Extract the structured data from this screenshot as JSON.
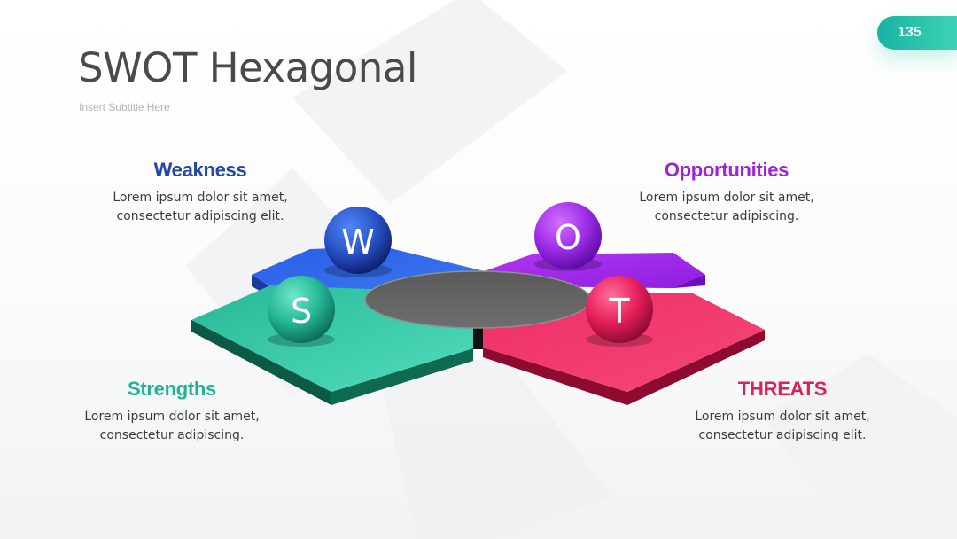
{
  "slide": {
    "page_number": "135",
    "title": "SWOT Hexagonal",
    "subtitle": "Insert Subtitle Here"
  },
  "quadrants": {
    "weakness": {
      "letter": "W",
      "heading": "Weakness",
      "body_line1": "Lorem ipsum dolor sit amet,",
      "body_line2": "consectetur adipiscing elit.",
      "color": "#2547a6"
    },
    "opportunities": {
      "letter": "O",
      "heading": "Opportunities",
      "body_line1": "Lorem ipsum dolor sit amet,",
      "body_line2": "consectetur adipiscing.",
      "color": "#a021d6"
    },
    "strengths": {
      "letter": "S",
      "heading": "Strengths",
      "body_line1": "Lorem ipsum dolor sit amet,",
      "body_line2": "consectetur adipiscing.",
      "color": "#20b394"
    },
    "threats": {
      "letter": "T",
      "heading": "THREATS",
      "body_line1": "Lorem ipsum dolor sit amet,",
      "body_line2": "consectetur adipiscing elit.",
      "color": "#e01e5a"
    }
  },
  "colors": {
    "accent_teal": "#3fd2b4",
    "center_disc": "#5c5c5c"
  }
}
